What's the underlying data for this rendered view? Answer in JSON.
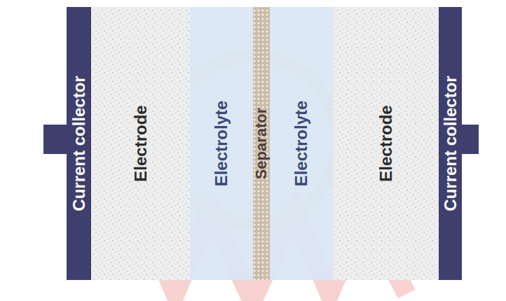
{
  "diagram": {
    "nodes": [
      {
        "text": [
          "Current collector"
        ]
      },
      {
        "text": [
          "Electrode"
        ]
      },
      {
        "text": [
          "Electrolyte"
        ]
      },
      {
        "text": [
          "Separator"
        ]
      },
      {
        "text": [
          "Electrolyte"
        ]
      },
      {
        "text": [
          "Electrode"
        ]
      },
      {
        "text": [
          "Current collector"
        ]
      }
    ]
  }
}
